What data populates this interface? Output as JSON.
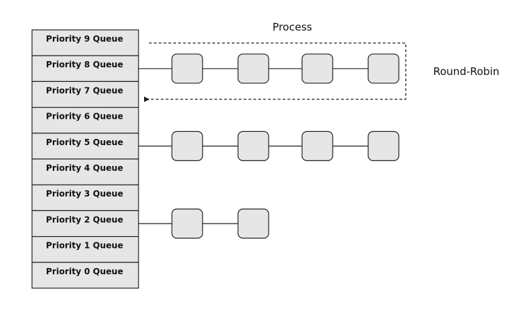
{
  "diagram": {
    "process_label": "Process",
    "round_robin_label": "Round-Robin",
    "queues": [
      {
        "label": "Priority 9 Queue",
        "process_count": 0
      },
      {
        "label": "Priority 8 Queue",
        "process_count": 4
      },
      {
        "label": "Priority 7 Queue",
        "process_count": 0
      },
      {
        "label": "Priority 6 Queue",
        "process_count": 0
      },
      {
        "label": "Priority 5 Queue",
        "process_count": 4
      },
      {
        "label": "Priority 4 Queue",
        "process_count": 0
      },
      {
        "label": "Priority 3 Queue",
        "process_count": 0
      },
      {
        "label": "Priority 2 Queue",
        "process_count": 2
      },
      {
        "label": "Priority 1 Queue",
        "process_count": 0
      },
      {
        "label": "Priority 0 Queue",
        "process_count": 0
      }
    ]
  },
  "colors": {
    "queue_fill": "#e6e6e6",
    "process_fill": "#e6e6e6",
    "stroke": "#222222"
  }
}
